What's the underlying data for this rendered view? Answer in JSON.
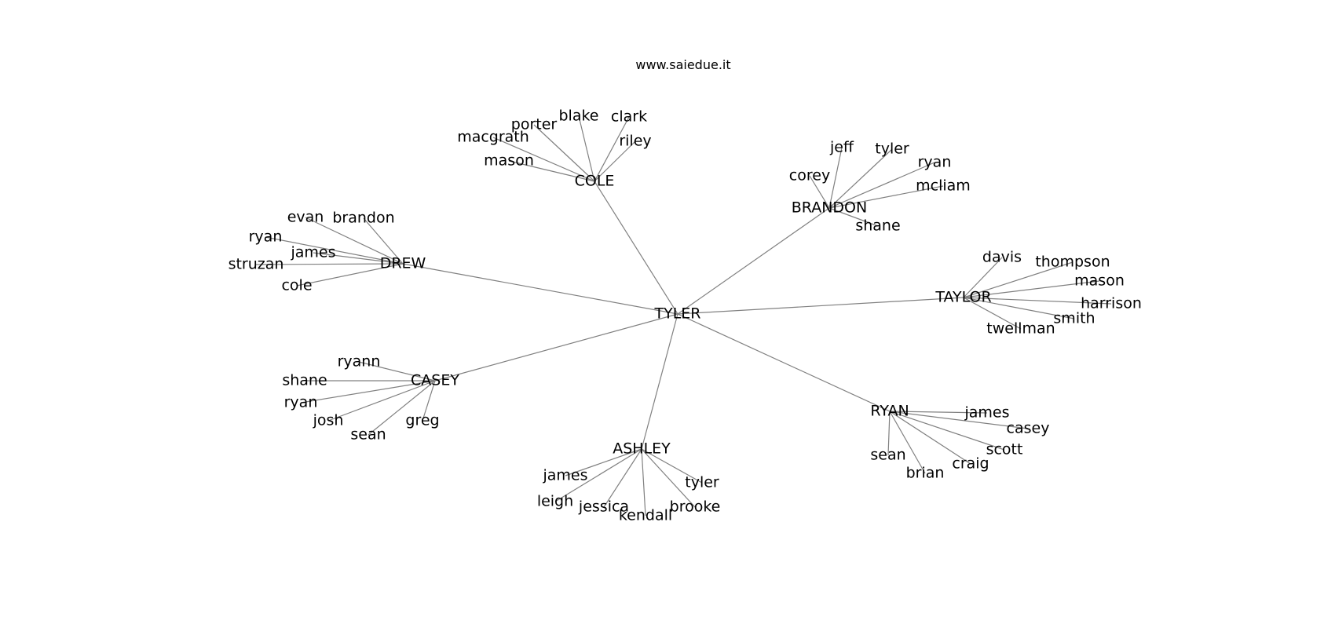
{
  "watermark": "www.saiedue.it",
  "colors": {
    "edge": "#808080",
    "text": "#000000",
    "background": "#ffffff"
  },
  "tree": {
    "root": "TYLER",
    "groups": [
      {
        "label": "COLE",
        "leaves": [
          "mason",
          "macgrath",
          "porter",
          "blake",
          "clark",
          "riley"
        ]
      },
      {
        "label": "BRANDON",
        "leaves": [
          "corey",
          "jeff",
          "tyler",
          "ryan",
          "mcliam",
          "shane"
        ]
      },
      {
        "label": "DREW",
        "leaves": [
          "evan",
          "brandon",
          "ryan",
          "james",
          "struzan",
          "cole"
        ]
      },
      {
        "label": "TAYLOR",
        "leaves": [
          "davis",
          "thompson",
          "mason",
          "harrison",
          "smith",
          "twellman"
        ]
      },
      {
        "label": "CASEY",
        "leaves": [
          "ryann",
          "shane",
          "ryan",
          "josh",
          "sean",
          "greg"
        ]
      },
      {
        "label": "RYAN",
        "leaves": [
          "james",
          "casey",
          "scott",
          "craig",
          "brian",
          "sean"
        ]
      },
      {
        "label": "ASHLEY",
        "leaves": [
          "james",
          "leigh",
          "jessica",
          "kendall",
          "brooke",
          "tyler"
        ]
      }
    ]
  }
}
